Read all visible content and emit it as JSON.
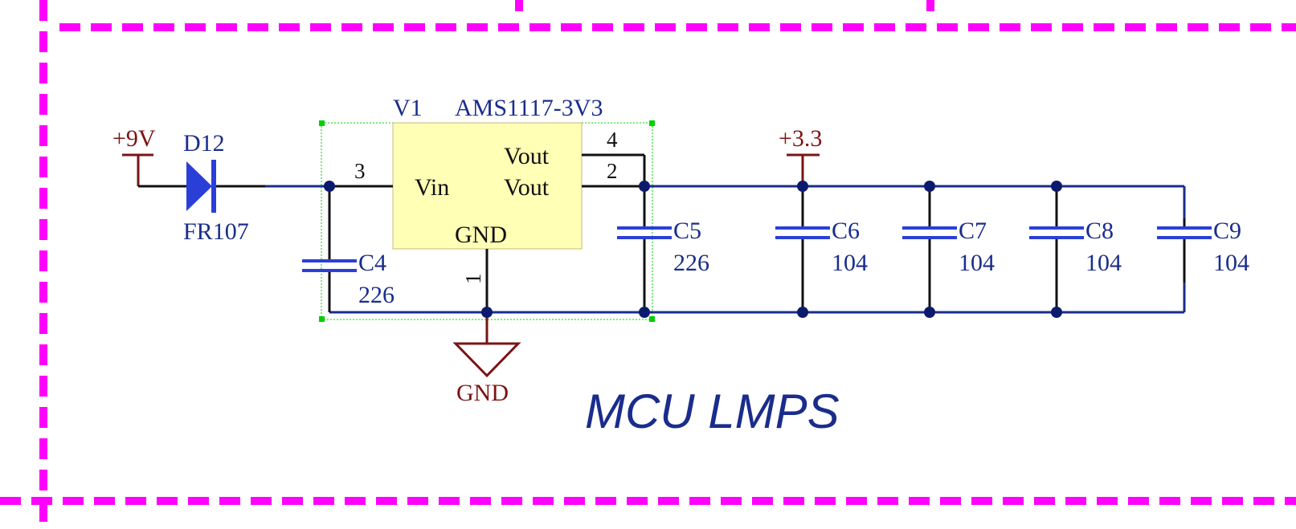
{
  "colors": {
    "border": "#ff00ff",
    "wire": "#1a2d8c",
    "power_label": "#7a1414",
    "component": "#2a3fd8",
    "ic_body": "#ffffb5",
    "selection": "#00d000"
  },
  "power_ports": {
    "vin_label": "+9V",
    "v33_label": "+3.3",
    "gnd_label": "GND"
  },
  "diode": {
    "designator": "D12",
    "value": "FR107"
  },
  "regulator": {
    "designator": "V1",
    "part": "AMS1117-3V3",
    "pins": {
      "vin": {
        "number": "3",
        "name": "Vin"
      },
      "vout_tab": {
        "number": "4",
        "name": "Vout"
      },
      "vout": {
        "number": "2",
        "name": "Vout"
      },
      "gnd": {
        "number": "1",
        "name": "GND"
      }
    }
  },
  "capacitors": [
    {
      "designator": "C4",
      "value": "226"
    },
    {
      "designator": "C5",
      "value": "226"
    },
    {
      "designator": "C6",
      "value": "104"
    },
    {
      "designator": "C7",
      "value": "104"
    },
    {
      "designator": "C8",
      "value": "104"
    },
    {
      "designator": "C9",
      "value": "104"
    }
  ],
  "sheet_title": "MCU LMPS"
}
